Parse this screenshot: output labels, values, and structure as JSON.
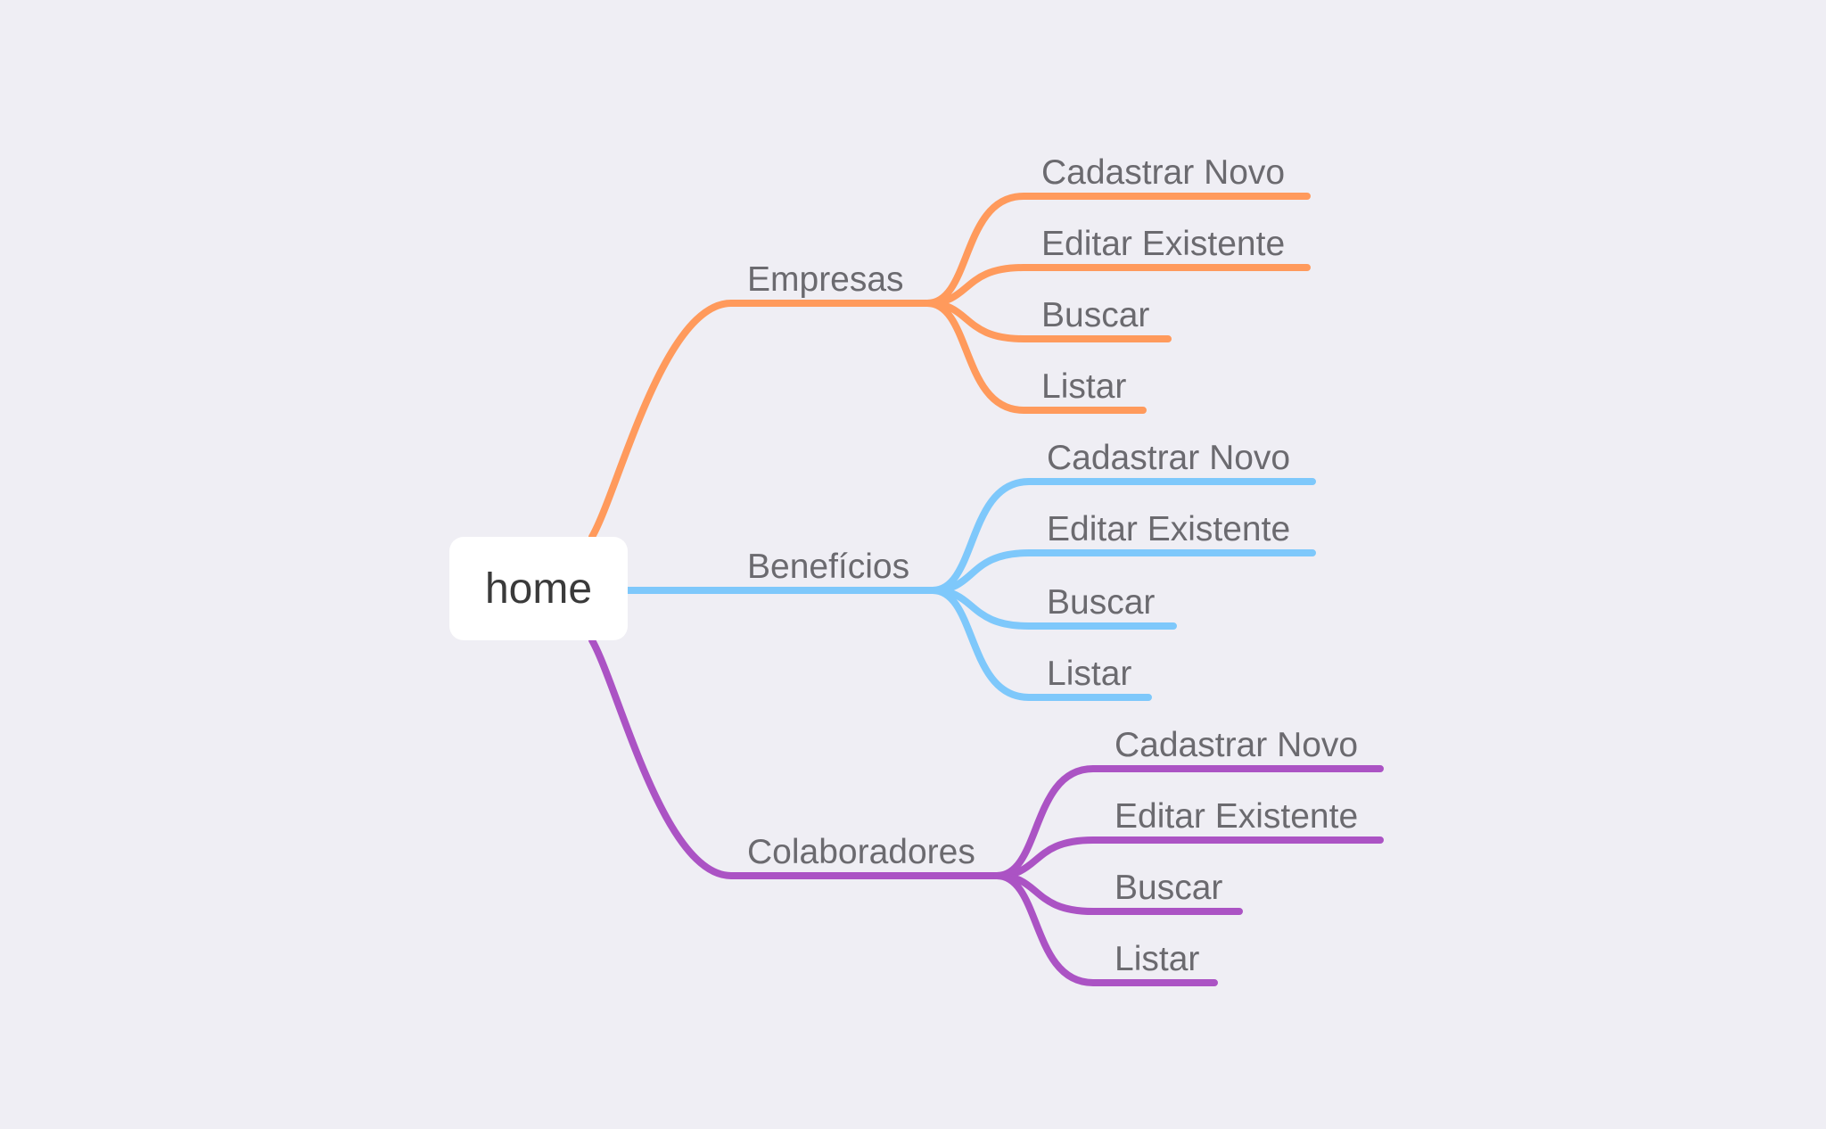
{
  "root": {
    "label": "home"
  },
  "branches": [
    {
      "label": "Empresas",
      "color": "#ff9a5c",
      "children": [
        "Cadastrar Novo",
        "Editar Existente",
        "Buscar",
        "Listar"
      ]
    },
    {
      "label": "Benefícios",
      "color": "#7ec8fb",
      "children": [
        "Cadastrar Novo",
        "Editar Existente",
        "Buscar",
        "Listar"
      ]
    },
    {
      "label": "Colaboradores",
      "color": "#ab53c4",
      "children": [
        "Cadastrar Novo",
        "Editar Existente",
        "Buscar",
        "Listar"
      ]
    }
  ]
}
